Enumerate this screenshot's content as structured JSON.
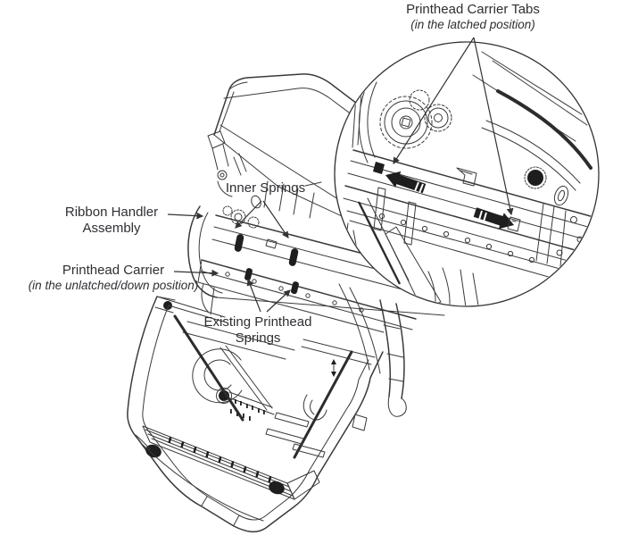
{
  "figure": {
    "type": "technical-line-drawing",
    "subject": "label printer opened with printhead carrier detail view",
    "colors": {
      "line": "#3a3a3a",
      "text": "#2f2f33",
      "solid_fill": "#1e1e1e",
      "background": "#ffffff"
    },
    "callouts": {
      "printhead_carrier_tabs": {
        "label": "Printhead Carrier Tabs",
        "note": "(in the latched position)"
      },
      "inner_springs": {
        "label": "Inner Springs"
      },
      "ribbon_handler_assembly": {
        "line1": "Ribbon Handler",
        "line2": "Assembly"
      },
      "printhead_carrier": {
        "label": "Printhead Carrier",
        "note": "(in the unlatched/down position)"
      },
      "existing_printhead_springs": {
        "line1": "Existing Printhead",
        "line2": "Springs"
      }
    },
    "detail_view": {
      "shape": "magnifier-circle",
      "icons": [
        "gear-icon",
        "slide-left-arrow-icon",
        "slide-right-arrow-icon"
      ]
    }
  }
}
